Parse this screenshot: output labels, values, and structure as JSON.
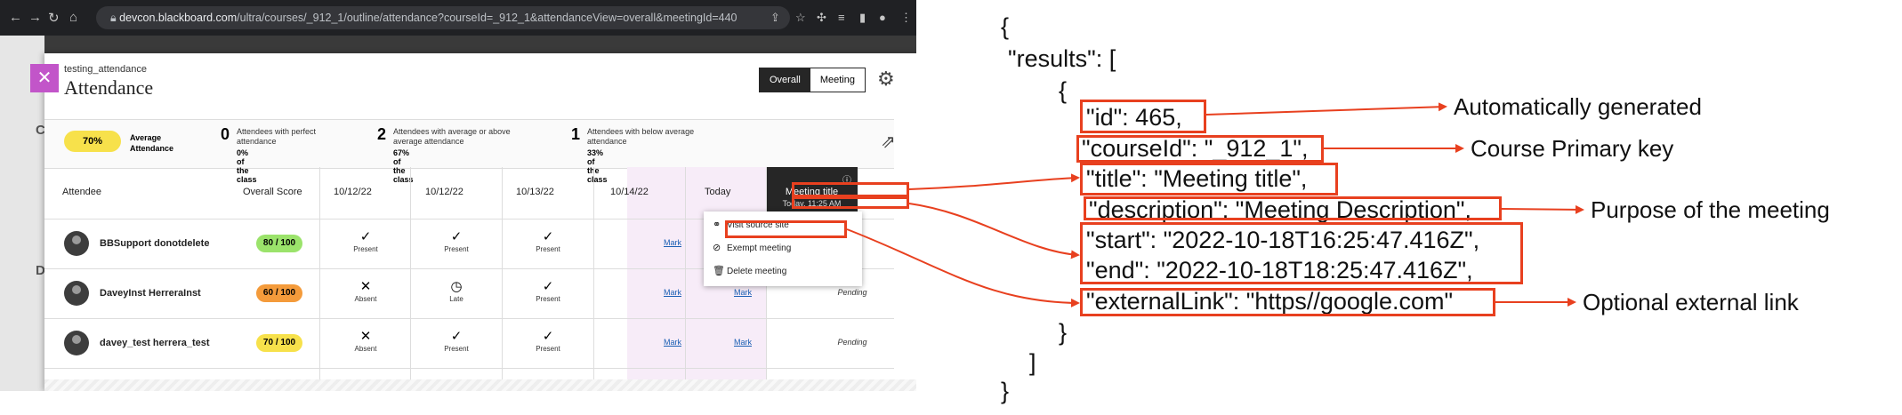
{
  "browser": {
    "url_domain": "devcon.blackboard.com",
    "url_path": "/ultra/courses/_912_1/outline/attendance?courseId=_912_1&attendanceView=overall&meetingId=440"
  },
  "page": {
    "course_name": "testing_attendance",
    "title": "Attendance",
    "view_toggle": [
      "Overall",
      "Meeting"
    ]
  },
  "summary": {
    "average_pct": "70%",
    "average_label": "Average Attendance",
    "stats": [
      {
        "count": "0",
        "text": "Attendees with perfect attendance",
        "pct": "0% of the class"
      },
      {
        "count": "2",
        "text": "Attendees with average or above average attendance",
        "pct": "67% of the class"
      },
      {
        "count": "1",
        "text": "Attendees with below average attendance",
        "pct": "33% of the class"
      }
    ]
  },
  "table": {
    "headers": [
      "Attendee",
      "Overall Score",
      "10/12/22",
      "10/12/22",
      "10/13/22",
      "10/14/22",
      "Today"
    ],
    "meeting_header": {
      "title": "Meeting title",
      "date": "Today, 11:25 AM"
    },
    "rows": [
      {
        "name": "BBSupport donotdelete",
        "score": "80 / 100",
        "score_color": "#9be36b",
        "marks": [
          {
            "symbol": "✓",
            "label": "Present"
          },
          {
            "symbol": "✓",
            "label": "Present"
          },
          {
            "symbol": "✓",
            "label": "Present"
          }
        ],
        "mark_link": "Mark",
        "today_link": "",
        "status": ""
      },
      {
        "name": "DaveyInst HerreraInst",
        "score": "60 / 100",
        "score_color": "#f49b3b",
        "marks": [
          {
            "symbol": "✕",
            "label": "Absent"
          },
          {
            "symbol": "◷",
            "label": "Late"
          },
          {
            "symbol": "✓",
            "label": "Present"
          }
        ],
        "mark_link": "Mark",
        "today_link": "Mark",
        "status": "Pending"
      },
      {
        "name": "davey_test herrera_test",
        "score": "70 / 100",
        "score_color": "#f7e14b",
        "marks": [
          {
            "symbol": "✕",
            "label": "Absent"
          },
          {
            "symbol": "✓",
            "label": "Present"
          },
          {
            "symbol": "✓",
            "label": "Present"
          }
        ],
        "mark_link": "Mark",
        "today_link": "Mark",
        "status": "Pending"
      }
    ]
  },
  "context_menu": [
    "Visit source site",
    "Exempt meeting",
    "Delete meeting"
  ],
  "json_view": {
    "open_brace": "{",
    "results": "\"results\": [",
    "obj_open": "{",
    "id": "\"id\": 465,",
    "course_id": "\"courseId\": \"_912_1\",",
    "title": "\"title\": \"Meeting title\",",
    "description": "\"description\": \"Meeting Description\",",
    "start": "\"start\": \"2022-10-18T16:25:47.416Z\",",
    "end": "\"end\": \"2022-10-18T18:25:47.416Z\",",
    "external_link": "\"externalLink\": \"https//google.com\"",
    "obj_close": "}",
    "arr_close": "]",
    "close_brace": "}"
  },
  "annotations": {
    "id": "Automatically generated",
    "course_id": "Course Primary key",
    "description": "Purpose of the meeting",
    "external_link": "Optional external link"
  },
  "colors": {
    "highlight": "#e8401f",
    "accent": "#c255c9"
  }
}
